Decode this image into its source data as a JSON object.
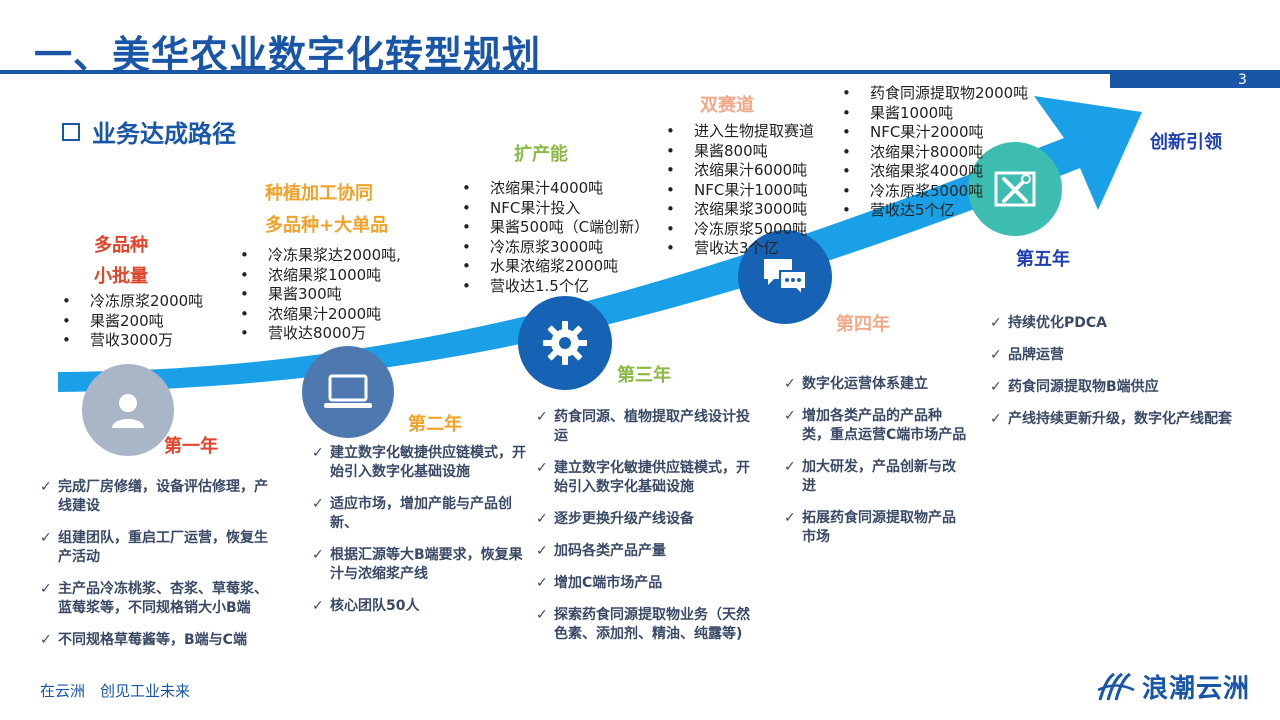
{
  "header": {
    "title": "一、美华农业数字化转型规划",
    "page_number": "3",
    "section_title": "业务达成路径"
  },
  "stages": [
    {
      "year": "第一年",
      "title_lines": [
        "多品种",
        "小批量"
      ],
      "targets": [
        "冷冻原浆2000吨",
        "果酱200吨",
        "营收3000万"
      ],
      "actions": [
        "完成厂房修缮，设备评估修理，产线建设",
        "组建团队，重启工厂运营，恢复生产活动",
        "主产品冷冻桃浆、杏浆、草莓浆、蓝莓浆等，不同规格销大小B端",
        "不同规格草莓酱等，B端与C端"
      ],
      "icon": "user-icon"
    },
    {
      "year": "第二年",
      "title_lines": [
        "种植加工协同",
        "多品种+大单品"
      ],
      "targets": [
        "冷冻果浆达2000吨,",
        "浓缩果浆1000吨",
        "果酱300吨",
        "浓缩果汁2000吨",
        "营收达8000万"
      ],
      "actions": [
        "建立数字化敏捷供应链模式，开始引入数字化基础设施",
        "适应市场，增加产能与产品创新、",
        "根据汇源等大B端要求，恢复果汁与浓缩浆产线",
        "核心团队50人"
      ],
      "icon": "laptop-icon"
    },
    {
      "year": "第三年",
      "title_lines": [
        "扩产能"
      ],
      "targets": [
        "浓缩果汁4000吨",
        "NFC果汁投入",
        "果酱500吨（C端创新）",
        "冷冻原浆3000吨",
        "水果浓缩浆2000吨",
        "营收达1.5个亿"
      ],
      "actions": [
        "药食同源、植物提取产线设计投运",
        "建立数字化敏捷供应链模式，开始引入数字化基础设施",
        "逐步更换升级产线设备",
        "加码各类产品产量",
        "增加C端市场产品",
        "探索药食同源提取物业务（天然色素、添加剂、精油、纯露等)"
      ],
      "icon": "gear-icon"
    },
    {
      "year": "第四年",
      "title_lines": [
        "双赛道"
      ],
      "targets": [
        "进入生物提取赛道",
        "果酱800吨",
        "浓缩果汁6000吨",
        "NFC果汁1000吨",
        "浓缩果浆3000吨",
        "冷冻原浆5000吨",
        "营收达3个亿"
      ],
      "actions": [
        "数字化运营体系建立",
        "增加各类产品的产品种类，重点运营C端市场产品",
        "加大研发，产品创新与改进",
        "拓展药食同源提取物产品市场"
      ],
      "icon": "chat-icon"
    },
    {
      "year": "第五年",
      "title_lines": [
        "创新引领"
      ],
      "targets": [
        "药食同源提取物2000吨",
        "果酱1000吨",
        "NFC果汁2000吨",
        "浓缩果汁8000吨",
        "浓缩果浆4000吨",
        "冷冻原浆5000吨",
        "营收达5个亿"
      ],
      "actions": [
        "持续优化PDCA",
        "品牌运营",
        "药食同源提取物B端供应",
        "产线持续更新升级，数字化产线配套"
      ],
      "icon": "tools-icon"
    }
  ],
  "footer": {
    "slogan": "在云洲　创见工业未来",
    "brand": "浪潮云洲"
  },
  "colors": {
    "primary": "#1a56a8",
    "arrow": "#1aa0e6",
    "red": "#e0452b",
    "orange": "#f0a22a",
    "green": "#8aba45",
    "salmon": "#f2a98a",
    "circle_gray": "#a9b6c8",
    "circle_mid": "#4e79b0",
    "circle_blue": "#1663b6",
    "circle_teal": "#3dbdb0"
  }
}
